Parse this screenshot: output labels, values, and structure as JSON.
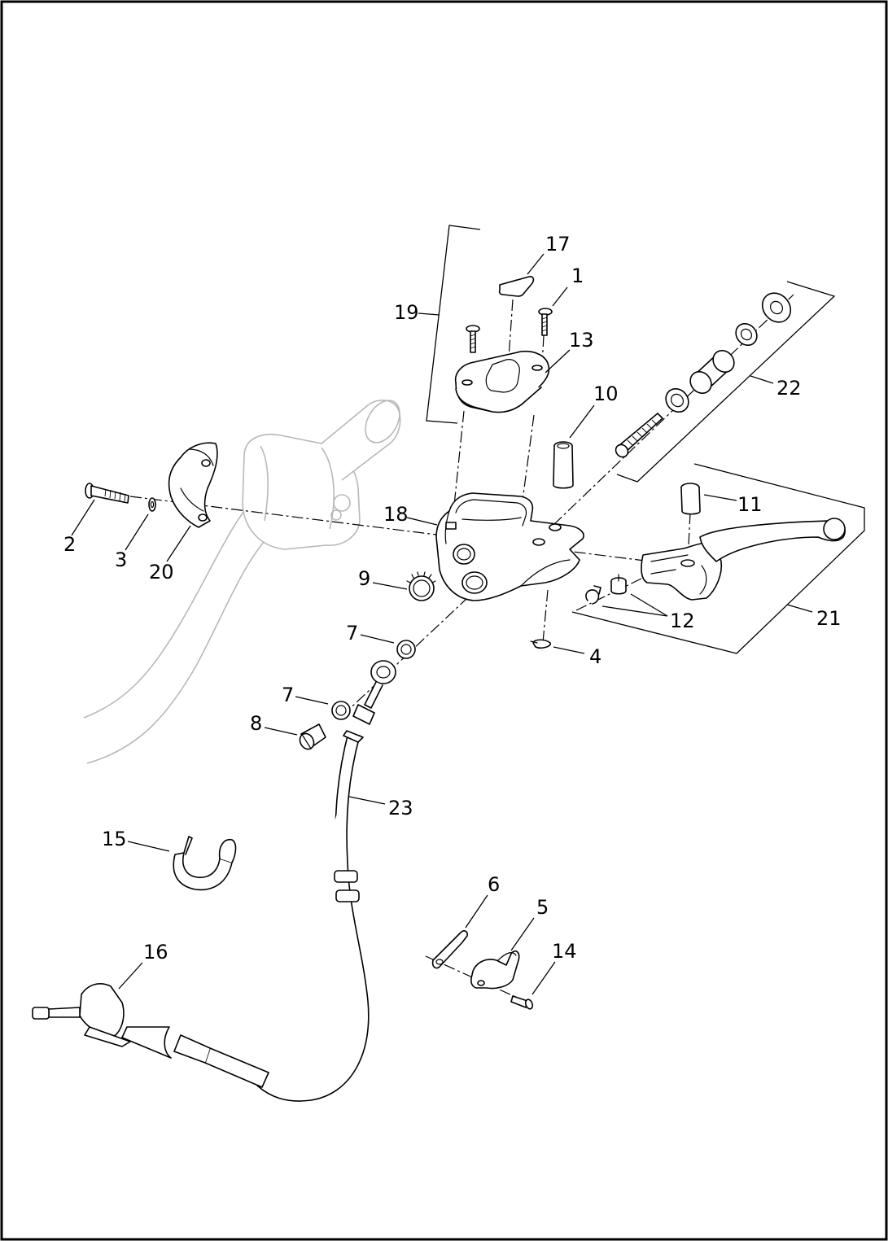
{
  "callouts": [
    {
      "id": "c1",
      "text": "1"
    },
    {
      "id": "c2",
      "text": "2"
    },
    {
      "id": "c3",
      "text": "3"
    },
    {
      "id": "c4",
      "text": "4"
    },
    {
      "id": "c5",
      "text": "5"
    },
    {
      "id": "c6",
      "text": "6"
    },
    {
      "id": "c7a",
      "text": "7"
    },
    {
      "id": "c7b",
      "text": "7"
    },
    {
      "id": "c8",
      "text": "8"
    },
    {
      "id": "c9",
      "text": "9"
    },
    {
      "id": "c10",
      "text": "10"
    },
    {
      "id": "c11",
      "text": "11"
    },
    {
      "id": "c12",
      "text": "12"
    },
    {
      "id": "c13",
      "text": "13"
    },
    {
      "id": "c14",
      "text": "14"
    },
    {
      "id": "c15",
      "text": "15"
    },
    {
      "id": "c16",
      "text": "16"
    },
    {
      "id": "c17",
      "text": "17"
    },
    {
      "id": "c18",
      "text": "18"
    },
    {
      "id": "c19",
      "text": "19"
    },
    {
      "id": "c20",
      "text": "20"
    },
    {
      "id": "c21",
      "text": "21"
    },
    {
      "id": "c22",
      "text": "22"
    },
    {
      "id": "c23",
      "text": "23"
    }
  ]
}
